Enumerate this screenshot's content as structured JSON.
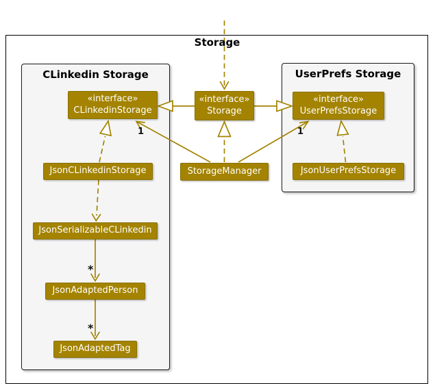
{
  "frame": {
    "title": "Storage"
  },
  "containers": [
    {
      "title": "CLinkedin Storage"
    },
    {
      "title": "UserPrefs Storage"
    }
  ],
  "nodes": [
    {
      "stereotype": "«interface»",
      "name": "CLinkedinStorage"
    },
    {
      "stereotype": "«interface»",
      "name": "Storage"
    },
    {
      "stereotype": "«interface»",
      "name": "UserPrefsStorage"
    },
    {
      "name": "JsonCLinkedinStorage"
    },
    {
      "name": "StorageManager"
    },
    {
      "name": "JsonUserPrefsStorage"
    },
    {
      "name": "JsonSerializableCLinkedin"
    },
    {
      "name": "JsonAdaptedPerson"
    },
    {
      "name": "JsonAdaptedTag"
    }
  ],
  "edges": [
    {
      "from": "(external)",
      "to": "Storage",
      "type": "dependency-dashed",
      "label": ""
    },
    {
      "from": "Storage",
      "to": "CLinkedinStorage",
      "type": "generalization",
      "label": ""
    },
    {
      "from": "Storage",
      "to": "UserPrefsStorage",
      "type": "generalization",
      "label": ""
    },
    {
      "from": "StorageManager",
      "to": "Storage",
      "type": "realization",
      "label": ""
    },
    {
      "from": "JsonCLinkedinStorage",
      "to": "CLinkedinStorage",
      "type": "realization",
      "label": ""
    },
    {
      "from": "JsonUserPrefsStorage",
      "to": "UserPrefsStorage",
      "type": "realization",
      "label": ""
    },
    {
      "from": "StorageManager",
      "to": "CLinkedinStorage",
      "type": "association",
      "label": "1"
    },
    {
      "from": "StorageManager",
      "to": "UserPrefsStorage",
      "type": "association",
      "label": "1"
    },
    {
      "from": "JsonCLinkedinStorage",
      "to": "JsonSerializableCLinkedin",
      "type": "dependency-dashed",
      "label": ""
    },
    {
      "from": "JsonSerializableCLinkedin",
      "to": "JsonAdaptedPerson",
      "type": "association",
      "label": "*"
    },
    {
      "from": "JsonAdaptedPerson",
      "to": "JsonAdaptedTag",
      "type": "association",
      "label": "*"
    }
  ],
  "colors": {
    "node_fill": "#A38300",
    "node_text": "#FFFFFF",
    "edge": "#A38300",
    "container_bg": "#F5F5F5",
    "border": "#000000",
    "frame_bg": "#FFFFFF"
  }
}
